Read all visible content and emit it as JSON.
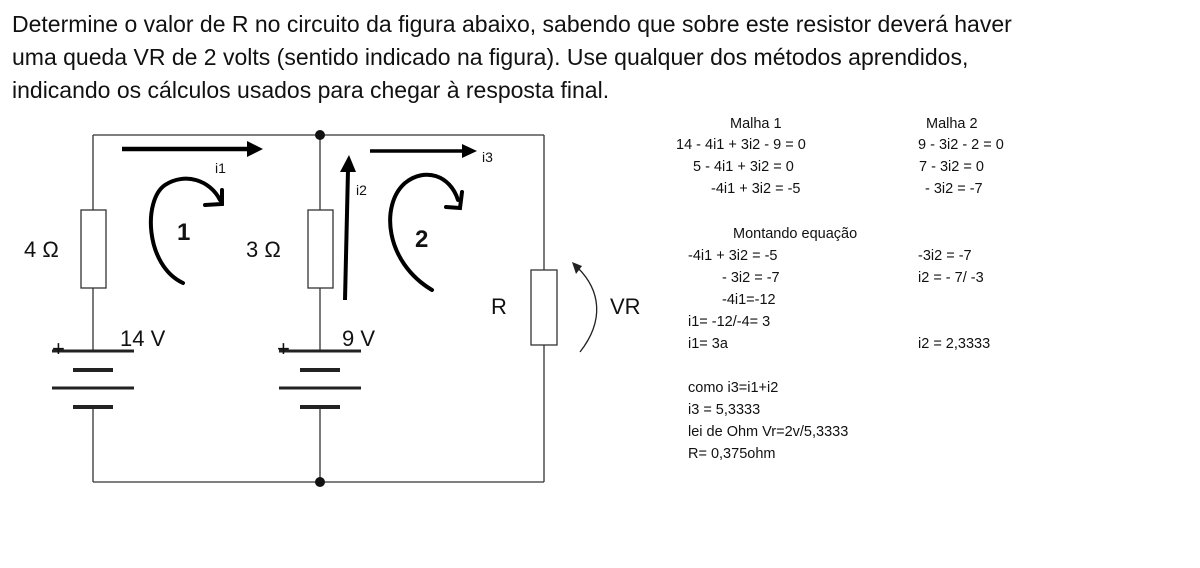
{
  "question": {
    "lines": [
      "Determine o valor de R no circuito da figura abaixo, sabendo que sobre este resistor deverá haver",
      "uma queda VR de 2 volts (sentido indicado na figura). Use qualquer dos métodos aprendidos,",
      "indicando os cálculos usados para chegar à resposta final."
    ]
  },
  "circuit": {
    "r1_label": "4 Ω",
    "r2_label": "3 Ω",
    "r_label": "R",
    "vr_label": "VR",
    "v1_label": "14 V",
    "v2_label": "9 V",
    "plus1": "+",
    "plus2": "+",
    "i1_label": "i1",
    "i2_label": "i2",
    "i3_label": "i3",
    "mesh1_label": "1",
    "mesh2_label": "2"
  },
  "solution": {
    "malha1_title": "Malha 1",
    "malha2_title": "Malha 2",
    "malha1": [
      "14 - 4i1 + 3i2 - 9 = 0",
      " 5  - 4i1 + 3i2 = 0",
      "-4i1 + 3i2 = -5"
    ],
    "malha2": [
      "9 - 3i2 - 2 = 0",
      "7 - 3i2 = 0",
      "- 3i2 = -7"
    ],
    "montando_title": "Montando equação",
    "montando_left": [
      "-4i1 + 3i2 = -5",
      "- 3i2 = -7",
      "-4i1=-12",
      "i1= -12/-4= 3",
      "i1= 3a"
    ],
    "montando_right": [
      "-3i2 = -7",
      "i2 = - 7/ -3",
      "i2 = 2,3333"
    ],
    "final": [
      "como i3=i1+i2",
      "i3 = 5,3333",
      "lei de Ohm  Vr=2v/5,3333",
      "R= 0,375ohm"
    ]
  }
}
